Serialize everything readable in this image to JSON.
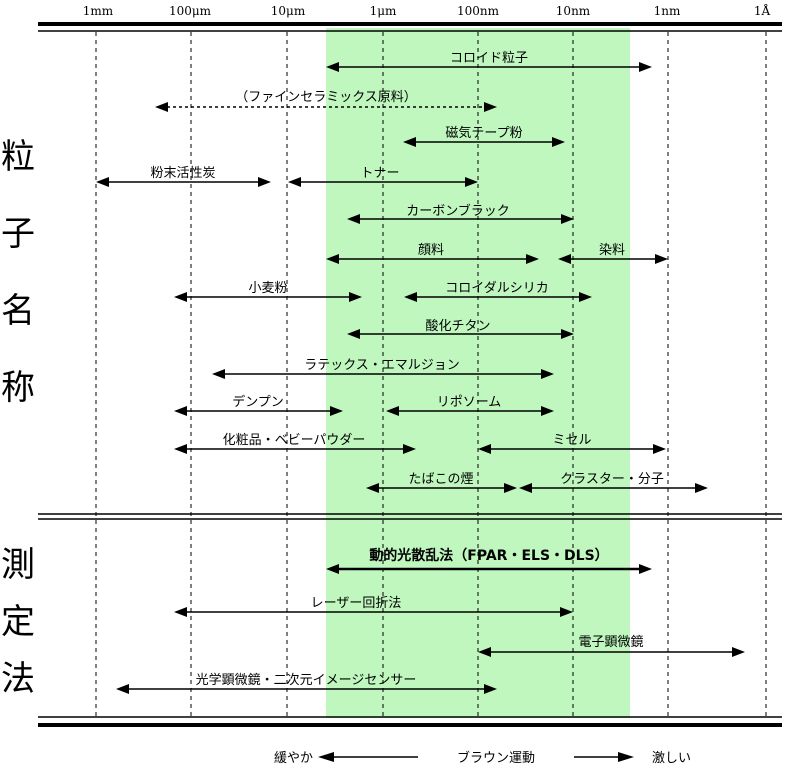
{
  "scale_labels": [
    "1mm",
    "100μm",
    "10μm",
    "1μm",
    "100nm",
    "10nm",
    "1nm",
    "1Å"
  ],
  "highlight_color": "#bff7bf",
  "sections": {
    "particles_heading": [
      "粒",
      "子",
      "名",
      "称"
    ],
    "methods_heading": [
      "測",
      "定",
      "法"
    ]
  },
  "particles": [
    {
      "label": "コロイド粒子",
      "style": "solid",
      "bold": false
    },
    {
      "label": "（ファインセラミックス原料）",
      "style": "dashed",
      "bold": false
    },
    {
      "label": "磁気テープ粉",
      "style": "solid",
      "bold": false
    },
    {
      "label": "粉末活性炭",
      "style": "solid",
      "bold": false
    },
    {
      "label": "トナー",
      "style": "solid",
      "bold": false
    },
    {
      "label": "カーボンブラック",
      "style": "solid",
      "bold": false
    },
    {
      "label": "顔料",
      "style": "solid",
      "bold": false
    },
    {
      "label": "染料",
      "style": "solid",
      "bold": false
    },
    {
      "label": "小麦粉",
      "style": "solid",
      "bold": false
    },
    {
      "label": "コロイダルシリカ",
      "style": "solid",
      "bold": false
    },
    {
      "label": "酸化チタン",
      "style": "solid",
      "bold": false
    },
    {
      "label": "ラテックス・エマルジョン",
      "style": "solid",
      "bold": false
    },
    {
      "label": "デンプン",
      "style": "solid",
      "bold": false
    },
    {
      "label": "リポソーム",
      "style": "solid",
      "bold": false
    },
    {
      "label": "化粧品・ベビーパウダー",
      "style": "solid",
      "bold": false
    },
    {
      "label": "ミセル",
      "style": "solid",
      "bold": false
    },
    {
      "label": "たばこの煙",
      "style": "solid",
      "bold": false
    },
    {
      "label": "クラスター・分子",
      "style": "solid",
      "bold": false
    }
  ],
  "methods": [
    {
      "label": "動的光散乱法（FPAR・ELS・DLS）",
      "style": "solid",
      "bold": true
    },
    {
      "label": "レーザー回折法",
      "style": "solid",
      "bold": false
    },
    {
      "label": "電子顕微鏡",
      "style": "solid",
      "bold": false
    },
    {
      "label": "光学顕微鏡・二次元イメージセンサー",
      "style": "solid",
      "bold": false
    }
  ],
  "brownian": {
    "slow": "緩やか",
    "label": "ブラウン運動",
    "fast": "激しい"
  }
}
